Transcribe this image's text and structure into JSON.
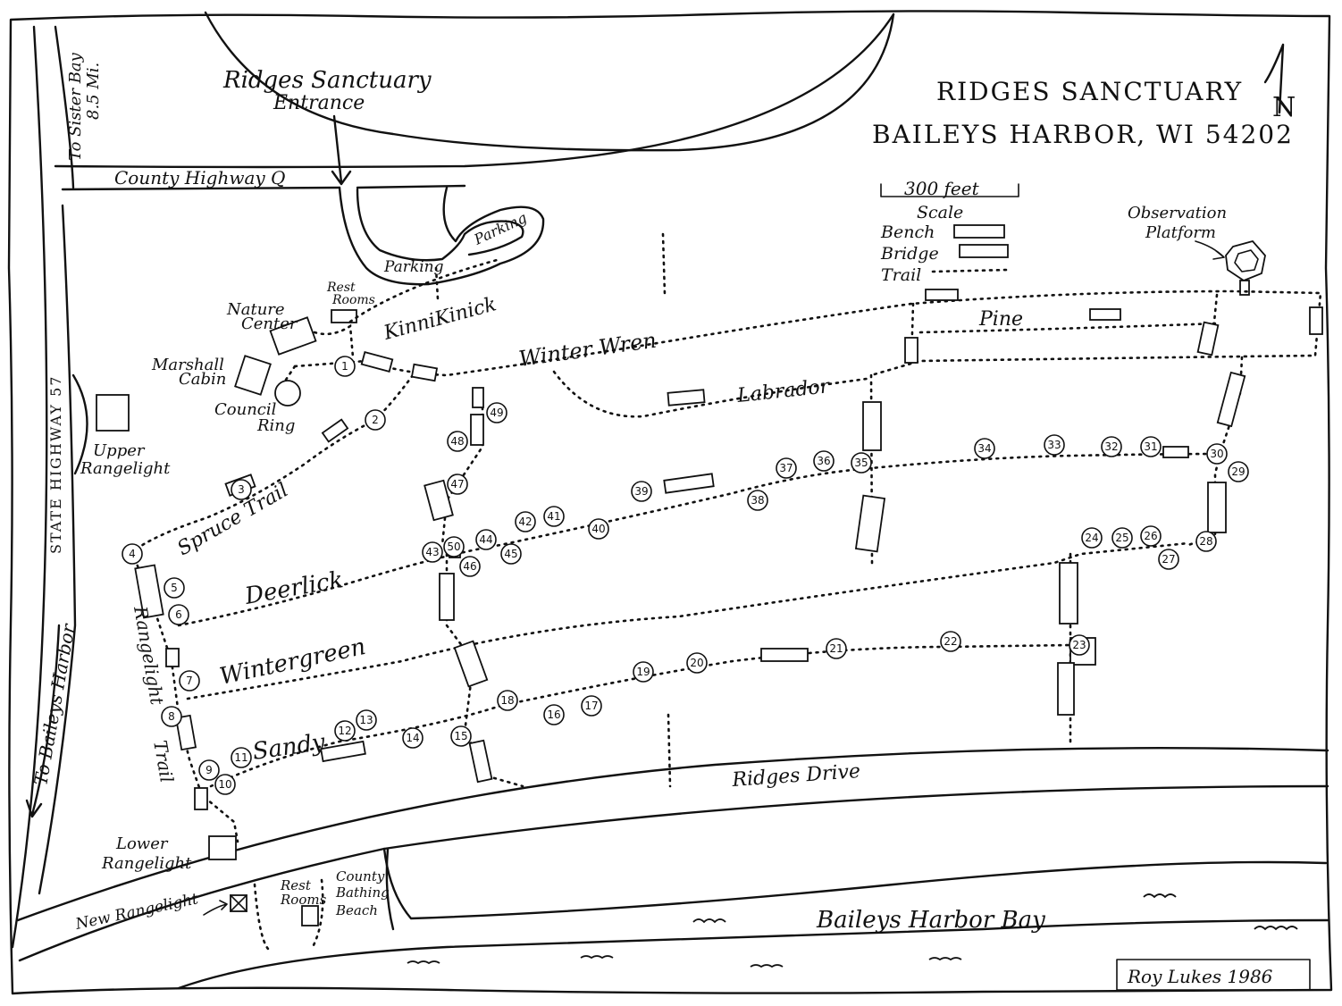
{
  "title": {
    "line1": "RIDGES SANCTUARY",
    "line2": "BAILEYS HARBOR, WI 54202"
  },
  "north_symbol": "N",
  "legend": {
    "scale_value": "300 feet",
    "scale_label": "Scale",
    "bench_label": "Bench",
    "bridge_label": "Bridge",
    "trail_label": "Trail"
  },
  "labels": {
    "entrance_line1": "Ridges Sanctuary",
    "entrance_line2": "Entrance",
    "county_highway": "County Highway Q",
    "to_sister_bay_1": "To Sister Bay",
    "to_sister_bay_2": "8.5 Mi.",
    "state_highway": "STATE HIGHWAY 57",
    "to_baileys_harbor": "To Baileys Harbor",
    "parking_1": "Parking",
    "parking_2": "Parking",
    "rest_rooms_1a": "Rest",
    "rest_rooms_1b": "Rooms",
    "nature_center_a": "Nature",
    "nature_center_b": "Center",
    "marshall_cabin_a": "Marshall",
    "marshall_cabin_b": "Cabin",
    "council_ring_a": "Council",
    "council_ring_b": "Ring",
    "upper_rangelight_a": "Upper",
    "upper_rangelight_b": "Rangelight",
    "observation_a": "Observation",
    "observation_b": "Platform",
    "lower_rangelight_a": "Lower",
    "lower_rangelight_b": "Rangelight",
    "new_rangelight": "New Rangelight",
    "rest_rooms_2a": "Rest",
    "rest_rooms_2b": "Rooms",
    "bathing_beach_a": "County",
    "bathing_beach_b": "Bathing",
    "bathing_beach_c": "Beach",
    "ridges_drive": "Ridges Drive",
    "bay": "Baileys Harbor Bay",
    "credit": "Roy Lukes 1986"
  },
  "trails": {
    "kinnikinick": "KinniKinick",
    "winter_wren": "Winter Wren",
    "labrador": "Labrador",
    "pine": "Pine",
    "spruce": "Spruce Trail",
    "deerlick": "Deerlick",
    "wintergreen": "Wintergreen",
    "sandy": "Sandy",
    "rangelight_trail_1": "Rangelight",
    "rangelight_trail_2": "Trail"
  },
  "markers": [
    "1",
    "2",
    "3",
    "4",
    "5",
    "6",
    "7",
    "8",
    "9",
    "10",
    "11",
    "12",
    "13",
    "14",
    "15",
    "16",
    "17",
    "18",
    "19",
    "20",
    "21",
    "22",
    "23",
    "24",
    "25",
    "26",
    "27",
    "28",
    "29",
    "30",
    "31",
    "32",
    "33",
    "34",
    "35",
    "36",
    "37",
    "38",
    "39",
    "40",
    "41",
    "42",
    "43",
    "44",
    "45",
    "46",
    "47",
    "48",
    "49",
    "50"
  ]
}
